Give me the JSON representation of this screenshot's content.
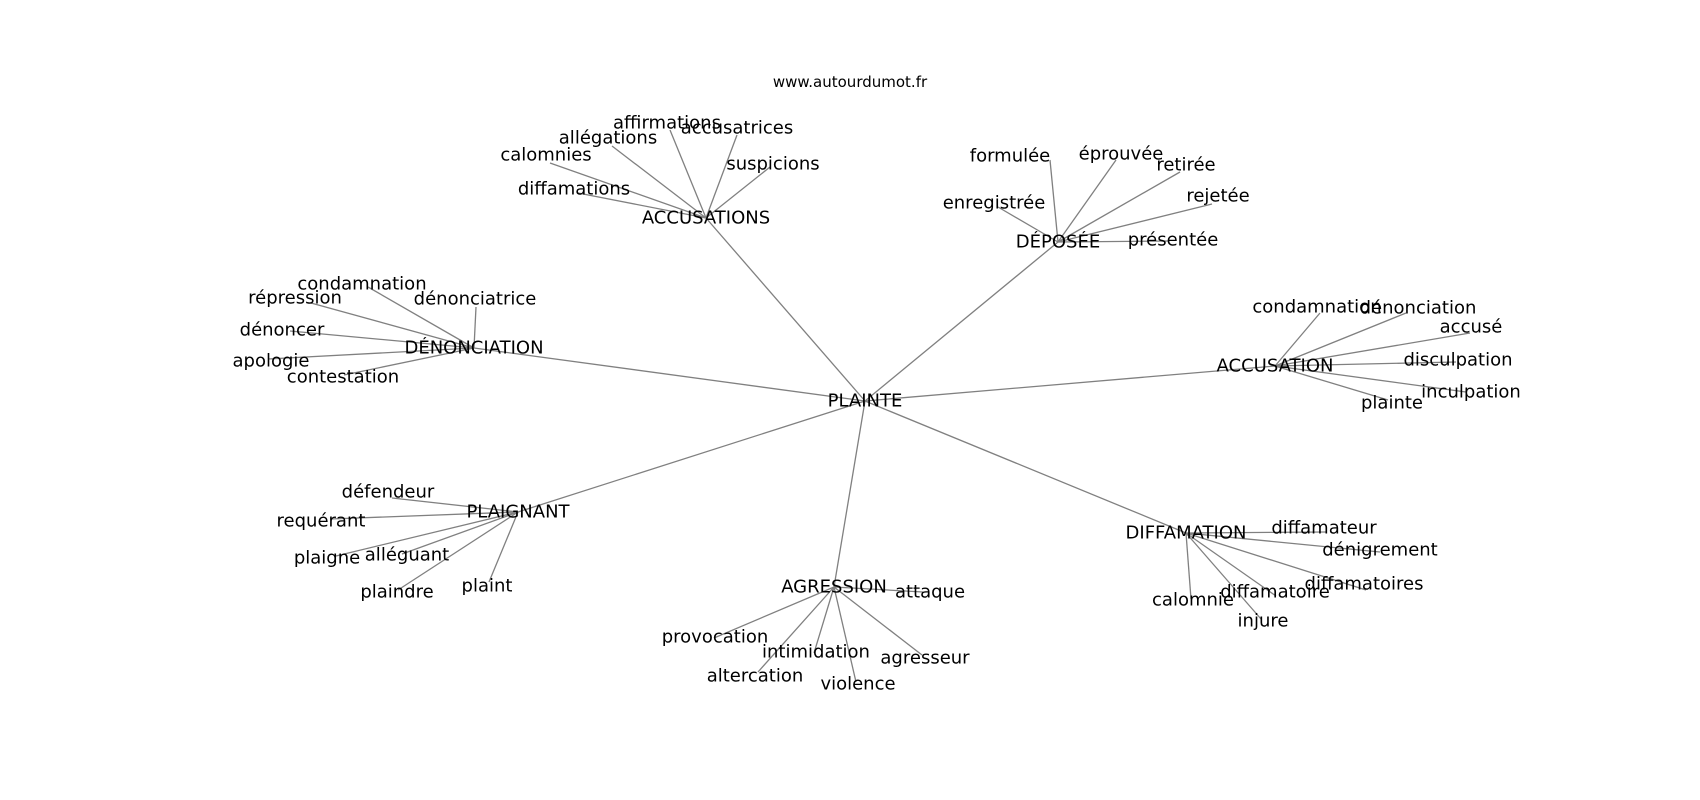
{
  "site_url": "www.autourdumot.fr",
  "colors": {
    "edge": "#808080",
    "text": "#000000",
    "background": "#ffffff"
  },
  "graph": {
    "center": "PLAINTE",
    "hubs": [
      {
        "label": "ACCUSATIONS",
        "words": [
          "affirmations",
          "accusatrices",
          "allégations",
          "calomnies",
          "suspicions",
          "diffamations"
        ]
      },
      {
        "label": "DÉPOSÉE",
        "words": [
          "formulée",
          "éprouvée",
          "retirée",
          "rejetée",
          "enregistrée",
          "présentée"
        ]
      },
      {
        "label": "DÉNONCIATION",
        "words": [
          "condamnation",
          "répression",
          "dénonciatrice",
          "dénoncer",
          "apologie",
          "contestation"
        ]
      },
      {
        "label": "ACCUSATION",
        "words": [
          "condamnation",
          "dénonciation",
          "accusé",
          "disculpation",
          "inculpation",
          "plainte"
        ]
      },
      {
        "label": "PLAIGNANT",
        "words": [
          "défendeur",
          "requérant",
          "plaigne",
          "alléguant",
          "plaindre",
          "plaint"
        ]
      },
      {
        "label": "DIFFAMATION",
        "words": [
          "diffamateur",
          "dénigrement",
          "diffamatoires",
          "diffamatoire",
          "calomnie",
          "injure"
        ]
      },
      {
        "label": "AGRESSION",
        "words": [
          "attaque",
          "provocation",
          "intimidation",
          "agresseur",
          "altercation",
          "violence"
        ]
      }
    ]
  }
}
